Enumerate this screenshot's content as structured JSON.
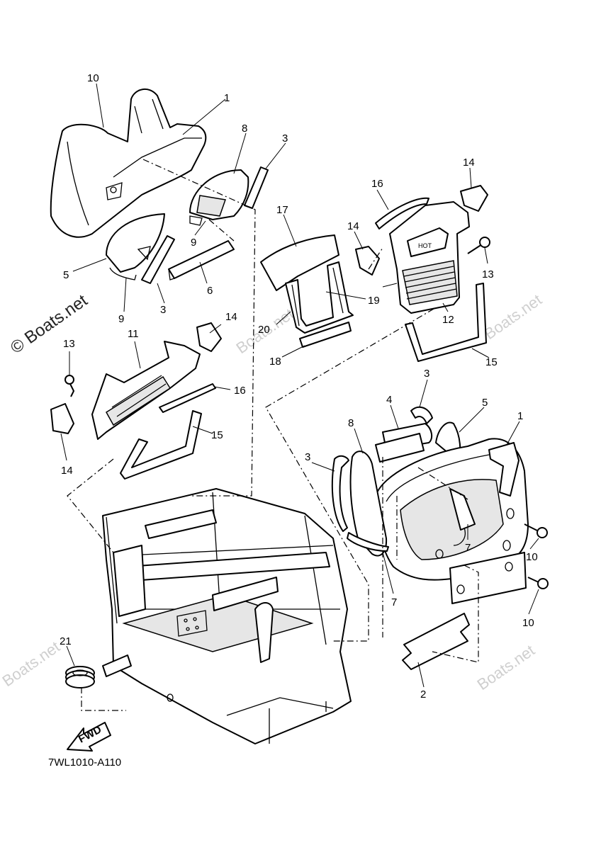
{
  "diagram": {
    "code": "7WL1010-A110",
    "direction_label": "FWD",
    "watermark": "© Boats.net",
    "watermark_faint": "Boats.net",
    "callouts": {
      "c1a": "1",
      "c1b": "1",
      "c2": "2",
      "c3a": "3",
      "c3b": "3",
      "c3c": "3",
      "c3d": "3",
      "c4": "4",
      "c5a": "5",
      "c5b": "5",
      "c6": "6",
      "c7a": "7",
      "c7b": "7",
      "c8a": "8",
      "c8b": "8",
      "c9a": "9",
      "c9b": "9",
      "c10a": "10",
      "c10b": "10",
      "c10c": "10",
      "c11": "11",
      "c12": "12",
      "c13a": "13",
      "c13b": "13",
      "c14a": "14",
      "c14b": "14",
      "c14c": "14",
      "c14d": "14",
      "c15a": "15",
      "c15b": "15",
      "c16a": "16",
      "c16b": "16",
      "c17": "17",
      "c18": "18",
      "c19": "19",
      "c20": "20",
      "c21": "21"
    }
  }
}
